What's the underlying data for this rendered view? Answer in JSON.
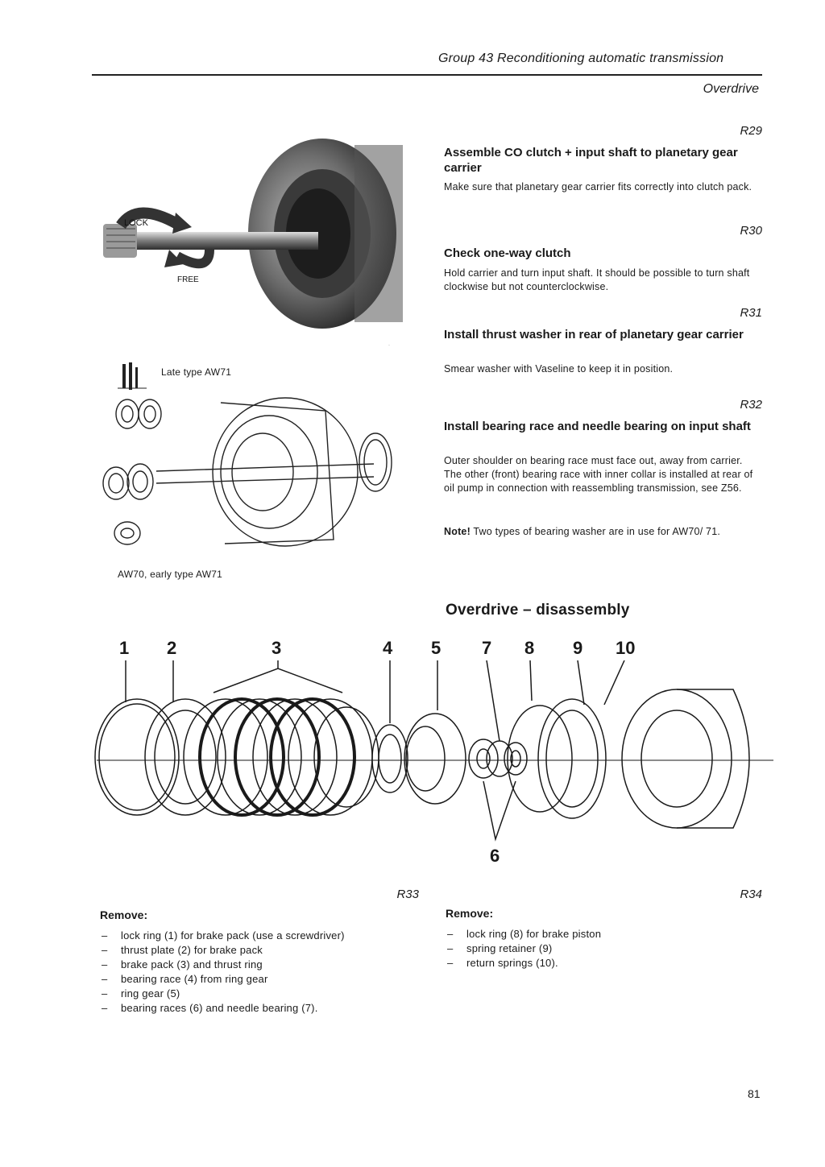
{
  "header": {
    "group": "Group 43 Reconditioning automatic transmission",
    "section": "Overdrive"
  },
  "figure_top": {
    "label_lock": "LOCK",
    "label_free": "FREE",
    "late_caption": "Late type AW71",
    "early_caption": "AW70, early type AW71"
  },
  "steps": [
    {
      "code": "R29",
      "title": "Assemble CO clutch + input shaft to planetary gear carrier",
      "body": "Make sure that planetary gear carrier fits correctly into clutch pack."
    },
    {
      "code": "R30",
      "title": "Check one-way clutch",
      "body": "Hold carrier and turn input shaft. It should be possible to turn shaft clockwise but not counterclockwise."
    },
    {
      "code": "R31",
      "title": "Install thrust washer in rear of planetary gear carrier",
      "body": "Smear washer with Vaseline to keep it in position."
    },
    {
      "code": "R32",
      "title": "Install bearing race and needle bearing on input shaft",
      "body": "Outer shoulder on bearing race must face out, away from carrier. The other (front) bearing race with inner collar is installed at rear of oil pump in connection with reassembling transmission, see Z56.",
      "note_label": "Note!",
      "note": "Two types of bearing washer are in use for AW70/ 71."
    }
  ],
  "disassembly": {
    "title": "Overdrive – disassembly",
    "numbers": [
      "1",
      "2",
      "3",
      "4",
      "5",
      "7",
      "8",
      "9",
      "10",
      "6"
    ]
  },
  "remove_left": {
    "code": "R33",
    "title": "Remove:",
    "items": [
      "lock ring (1) for brake pack (use a screwdriver)",
      "thrust plate (2) for brake pack",
      "brake pack (3) and thrust ring",
      "bearing race (4) from ring gear",
      "ring gear (5)",
      "bearing races (6) and needle bearing (7)."
    ]
  },
  "remove_right": {
    "code": "R34",
    "title": "Remove:",
    "items": [
      "lock ring (8) for brake piston",
      "spring retainer (9)",
      "return springs (10)."
    ]
  },
  "page_number": "81"
}
